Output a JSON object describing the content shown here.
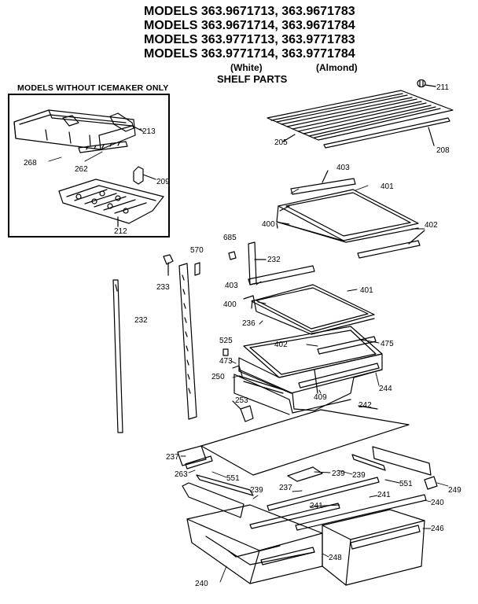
{
  "header": {
    "lines": [
      "MODELS 363.9671713, 363.9671783",
      "MODELS 363.9671714, 363.9671784",
      "MODELS 363.9771713, 363.9771783",
      "MODELS 363.9771714, 363.9771784"
    ],
    "color_white": "(White)",
    "color_almond": "(Almond)",
    "section": "SHELF PARTS"
  },
  "inset": {
    "title": "MODELS WITHOUT ICEMAKER ONLY",
    "labels": [
      "213",
      "268",
      "262",
      "209",
      "212"
    ]
  },
  "labels": {
    "l211": "211",
    "l205": "205",
    "l208": "208",
    "l403a": "403",
    "l401a": "401",
    "l400a": "400",
    "l402a": "402",
    "l685": "685",
    "l232a": "232",
    "l570": "570",
    "l233": "233",
    "l403b": "403",
    "l401b": "401",
    "l400b": "400",
    "l232b": "232",
    "l236": "236",
    "l525": "525",
    "l402b": "402",
    "l475": "475",
    "l473": "473",
    "l250": "250",
    "l244": "244",
    "l409": "409",
    "l253": "253",
    "l242": "242",
    "l237a": "237",
    "l263": "263",
    "l551a": "551",
    "l239a": "239",
    "l239b": "239",
    "l239c": "239",
    "l249": "249",
    "l237b": "237",
    "l241a": "241",
    "l241b": "241",
    "l551b": "551",
    "l240a": "240",
    "l246": "246",
    "l248": "248",
    "l240b": "240"
  },
  "colors": {
    "ink": "#000000",
    "paper": "#ffffff"
  }
}
